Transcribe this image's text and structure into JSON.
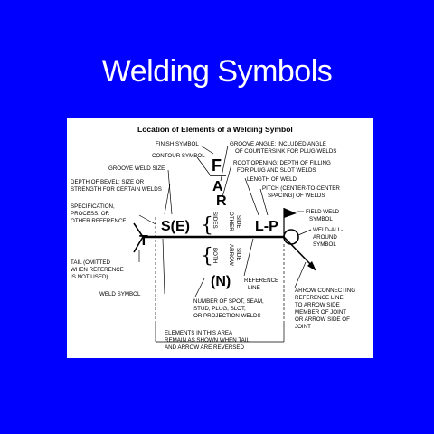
{
  "slide": {
    "title": "Welding Symbols"
  },
  "diagram": {
    "title": "Location of Elements of a Welding Symbol",
    "labels": {
      "finish_symbol": "FINISH SYMBOL",
      "contour_symbol": "CONTOUR SYMBOL",
      "groove_weld_size": "GROOVE WELD SIZE",
      "depth_bevel_1": "DEPTH OF BEVEL; SIZE OR",
      "depth_bevel_2": "STRENGTH FOR CERTAIN WELDS",
      "spec_1": "SPECIFICATION,",
      "spec_2": "PROCESS, OR",
      "spec_3": "OTHER REFERENCE",
      "groove_angle_1": "GROOVE ANGLE; INCLUDED ANGLE",
      "groove_angle_2": "OF COUNTERSINK FOR PLUG WELDS",
      "root_opening_1": "ROOT OPENING; DEPTH OF FILLING",
      "root_opening_2": "FOR PLUG AND SLOT WELDS",
      "length_of_weld": "LENGTH OF WELD",
      "pitch_1": "PITCH (CENTER-TO-CENTER",
      "pitch_2": "SPACING) OF WELDS",
      "field_weld_1": "FIELD WELD",
      "field_weld_2": "SYMBOL",
      "weld_all_around_1": "WELD-ALL-",
      "weld_all_around_2": "AROUND",
      "weld_all_around_3": "SYMBOL",
      "tail_1": "TAIL (OMITTED",
      "tail_2": "WHEN REFERENCE",
      "tail_3": "IS NOT USED)",
      "weld_symbol": "WELD SYMBOL",
      "reference_line_1": "REFERENCE",
      "reference_line_2": "LINE",
      "number_spots_1": "NUMBER OF SPOT, SEAM,",
      "number_spots_2": "STUD, PLUG, SLOT,",
      "number_spots_3": "OR PROJECTION WELDS",
      "arrow_connecting_1": "ARROW CONNECTING",
      "arrow_connecting_2": "REFERENCE LINE",
      "arrow_connecting_3": "TO ARROW SIDE",
      "arrow_connecting_4": "MEMBER OF JOINT",
      "arrow_connecting_5": "OR ARROW SIDE OF",
      "arrow_connecting_6": "JOINT",
      "elements_area_1": "ELEMENTS IN THIS AREA",
      "elements_area_2": "REMAIN AS SHOWN WHEN TAIL",
      "elements_area_3": "AND ARROW ARE REVERSED",
      "sides": "SIDES",
      "other_side_1": "OTHER",
      "other_side_2": "SIDE",
      "both": "BOTH",
      "arrow_side_1": "ARROW",
      "arrow_side_2": "SIDE"
    },
    "symbols": {
      "f": "F",
      "a": "A",
      "r": "R",
      "t": "T",
      "s_e": "S(E)",
      "l_p": "L-P",
      "n": "(N)",
      "brace_top": "{",
      "brace_bottom": "{"
    }
  }
}
